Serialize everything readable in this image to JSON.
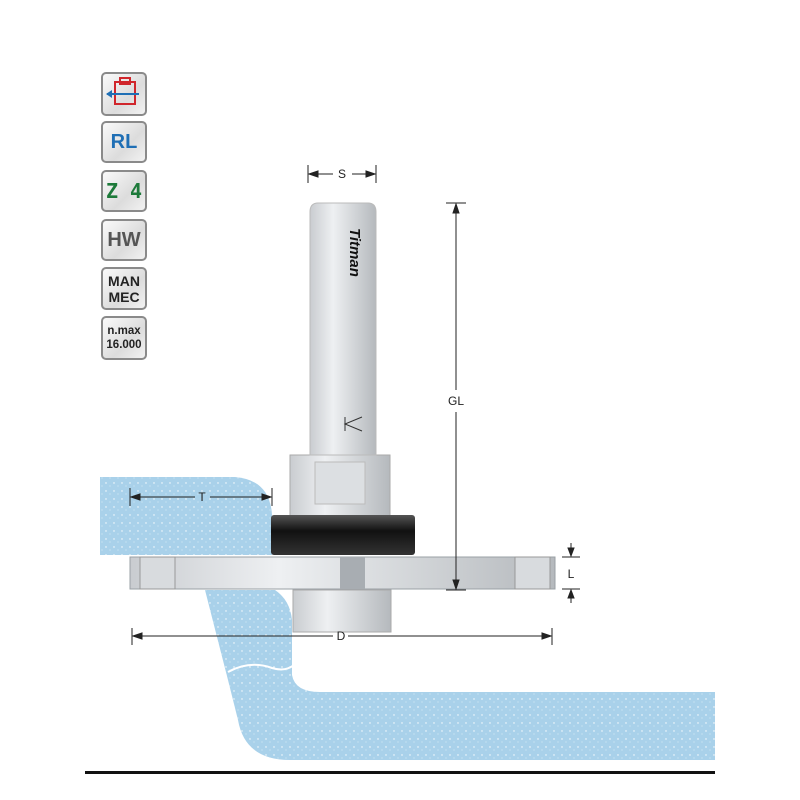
{
  "badges": {
    "rotation_icon": "edge-cut-direction-icon",
    "rotation": "RL",
    "teeth": "Z 4",
    "material": "HW",
    "feed_line1": "MAN",
    "feed_line2": "MEC",
    "speed_line1": "n.max",
    "speed_line2": "16.000"
  },
  "colors": {
    "rotation": "#1f6fb5",
    "teeth": "#1d7a3a",
    "material": "#555555",
    "workpiece": "#a9d1ea"
  },
  "brand": "Titman",
  "dimensions": {
    "S": "S",
    "GL": "GL",
    "T": "T",
    "L": "L",
    "D": "D"
  }
}
